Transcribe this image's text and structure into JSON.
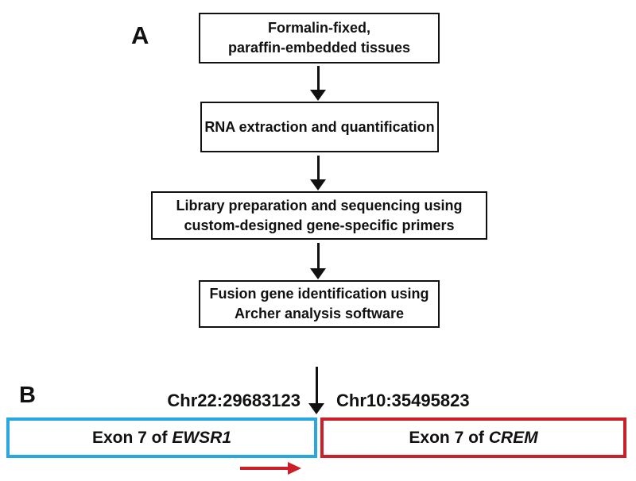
{
  "panel_a": {
    "label": "A"
  },
  "panel_b": {
    "label": "B"
  },
  "flowchart": {
    "boxes": [
      {
        "name": "ffpe-tissues",
        "lines": [
          "Formalin-fixed,",
          "paraffin-embedded tissues"
        ]
      },
      {
        "name": "rna-extraction",
        "lines": [
          "RNA extraction and quantification"
        ]
      },
      {
        "name": "library-preparation",
        "lines": [
          "Library preparation and sequencing using",
          "custom-designed gene-specific primers"
        ]
      },
      {
        "name": "fusion-identification",
        "lines": [
          "Fusion gene identification using",
          "Archer analysis software"
        ]
      }
    ]
  },
  "fusion": {
    "breakpoint_left": "Chr22:29683123",
    "breakpoint_right": "Chr10:35495823",
    "left_box": {
      "prefix": "Exon 7 of ",
      "gene": "EWSR1",
      "border_color": "#29a8e0"
    },
    "right_box": {
      "prefix": "Exon 7 of ",
      "gene": "CREM",
      "border_color": "#cb2027"
    }
  },
  "colors": {
    "box_border_black": "#111111",
    "ewsr1_blue": "#29a8e0",
    "crem_red": "#cb2027",
    "background": "#ffffff"
  }
}
